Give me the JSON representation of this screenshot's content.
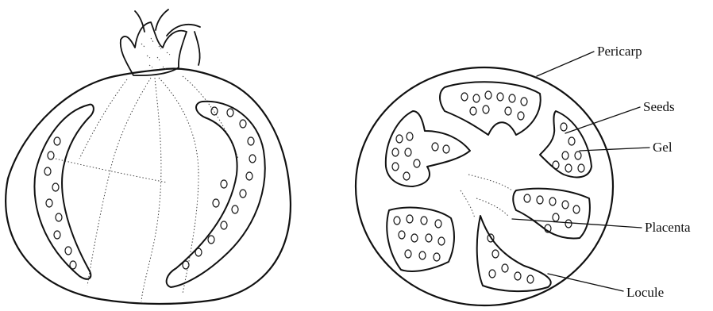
{
  "labels": {
    "pericarp": "Pericarp",
    "seeds": "Seeds",
    "gel": "Gel",
    "placenta": "Placenta",
    "locule": "Locule"
  }
}
